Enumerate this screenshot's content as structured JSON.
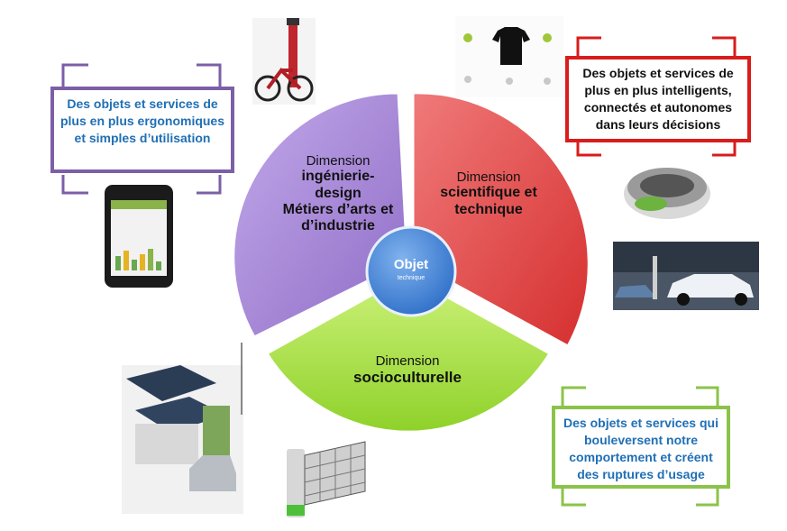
{
  "center": {
    "title": "Objet",
    "subtitle": "technique"
  },
  "segments": {
    "design": {
      "line1": "Dimension",
      "line2": "ingénierie-",
      "line3": "design",
      "line4": "Métiers d’arts et",
      "line5": "d’industrie",
      "color": "#a98bd6"
    },
    "science": {
      "line1": "Dimension",
      "line2": "scientifique et",
      "line3": "technique",
      "color": "#e24848"
    },
    "socio": {
      "line1": "Dimension",
      "line2": "socioculturelle",
      "color": "#a6e03c"
    }
  },
  "callouts": {
    "ergonomic": {
      "text": "Des objets et services de plus en plus ergonomiques et simples d’utilisation",
      "color": "#7c5fa6",
      "text_color": "#1f6fb5"
    },
    "intelligent": {
      "text": "Des objets et services de plus en plus intelligents, connectés et autonomes dans leurs décisions",
      "color": "#d91c1c",
      "text_color": "#111111"
    },
    "behaviour": {
      "text": "Des objets et services qui bouleversent notre comportement et créent des ruptures d’usage",
      "color": "#8bc34a",
      "text_color": "#1f6fb5"
    }
  },
  "images": {
    "bike": "bike-image",
    "tshirt": "tshirt-image",
    "phone": "smartphone-image",
    "robot": "robot-vacuum-image",
    "car": "electric-car-image",
    "house": "solar-house-image",
    "net": "ping-pong-net-image"
  }
}
